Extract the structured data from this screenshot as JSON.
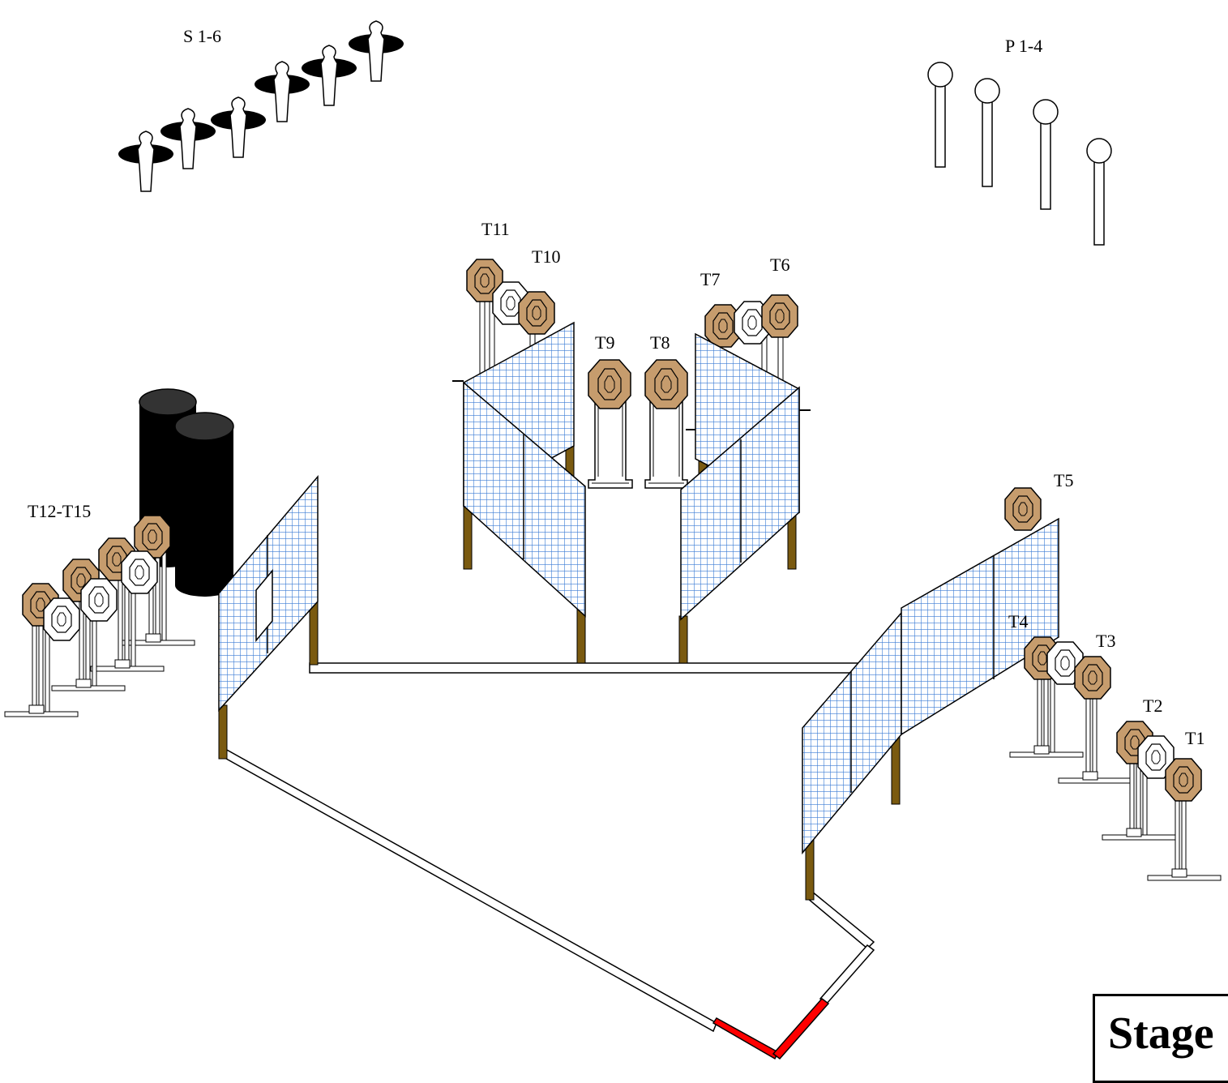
{
  "labels": {
    "steel_group": "S 1-6",
    "plate_group": "P 1-4",
    "t11": "T11",
    "t10": "T10",
    "t9": "T9",
    "t8": "T8",
    "t7": "T7",
    "t6": "T6",
    "t5": "T5",
    "t4": "T4",
    "t3": "T3",
    "t2": "T2",
    "t1": "T1",
    "t12_t15": "T12-T15"
  },
  "stage_box": {
    "title": "Stage"
  },
  "colors": {
    "tan_target": "#c69c6d",
    "white_target": "#ffffff",
    "wall_grid": "#3a7bd5",
    "post": "#7a5a10",
    "barrel": "#000000",
    "fault_line_red": "#ff0000"
  }
}
